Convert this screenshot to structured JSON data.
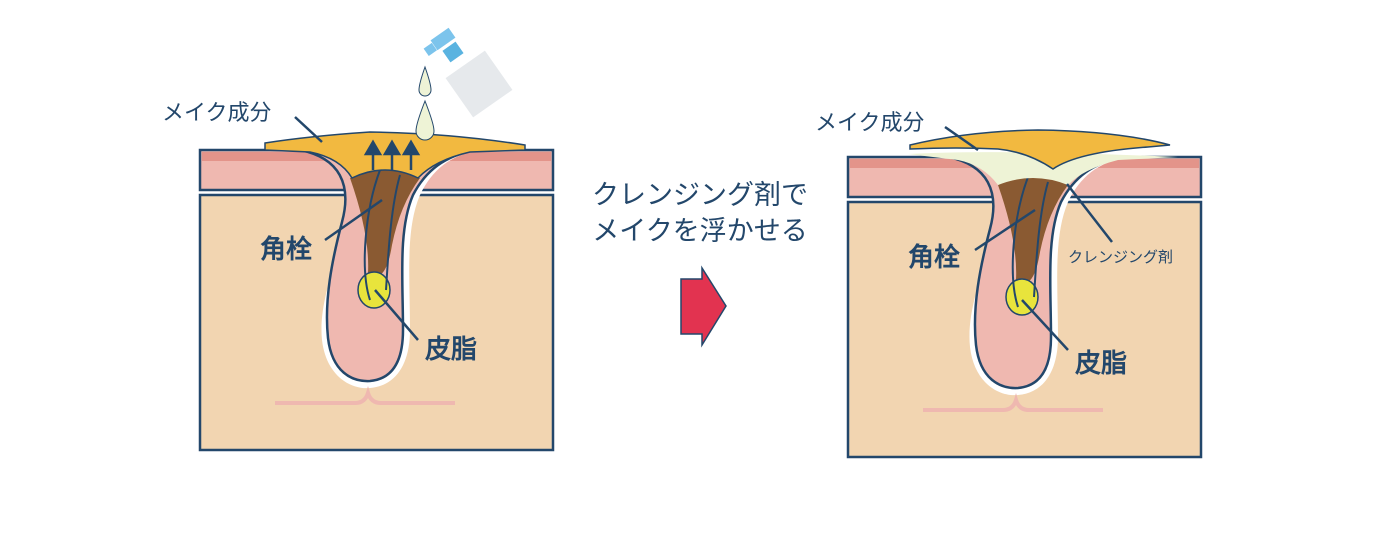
{
  "left_panel": {
    "makeup_label": "メイク成分",
    "plug_label": "角栓",
    "sebum_label": "皮脂"
  },
  "center": {
    "line1": "クレンジング剤で",
    "line2": "メイクを浮かせる"
  },
  "right_panel": {
    "makeup_label": "メイク成分",
    "plug_label": "角栓",
    "cleanser_label": "クレンジング剤",
    "sebum_label": "皮脂"
  },
  "colors": {
    "navy": "#23476b",
    "skin_dermis": "#f2d5b1",
    "epidermis": "#efb8b0",
    "stratum": "#e3948a",
    "makeup": "#f2b940",
    "plug": "#8a5a32",
    "sebum": "#e8e43c",
    "cleanser": "#eef3d6",
    "arrow": "#e23350",
    "pump": "#7cc4ec",
    "bottle": "#e6e9ec"
  }
}
